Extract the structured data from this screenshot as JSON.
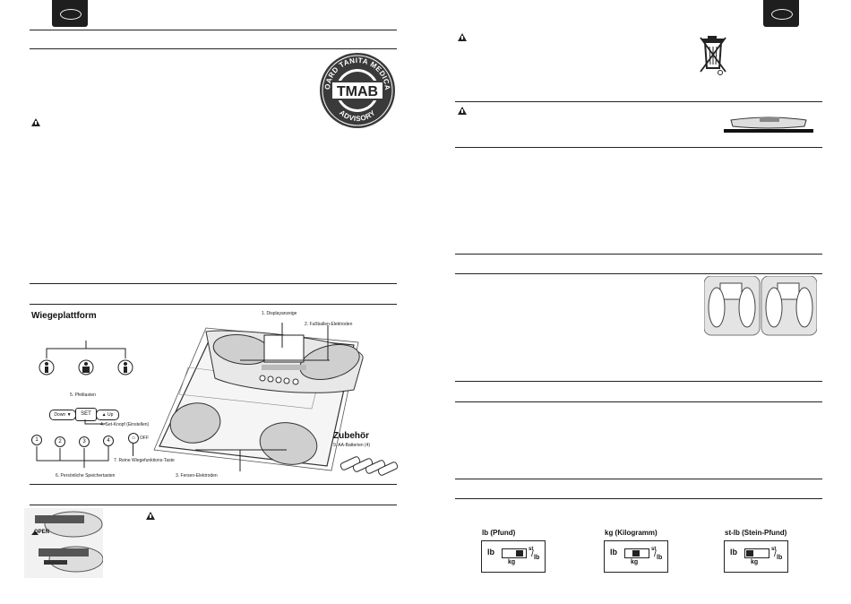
{
  "platform_section": {
    "title": "Wiegeplattform",
    "labels": {
      "display": "1. Displayanzeige",
      "ball_electrodes": "2. Fußballen-Elektroden",
      "heel_electrodes": "3. Fersen-Elektroden",
      "set_button": "4. Set-Knopf (Einstellen)",
      "arrow_keys": "5. Pfeiltasten",
      "memory_keys": "6. Persönliche Speichertasten",
      "weigh_only_key": "7. Reine Wiegefunktions-Taste"
    },
    "arrow_down_label": "Down",
    "set_label": "SET",
    "arrow_up_label": "Up",
    "off_label": "OFF",
    "memory_numbers": [
      "1",
      "2",
      "3",
      "4"
    ]
  },
  "accessories": {
    "title": "Zubehör",
    "item": "9.  AA-Batterien (4)"
  },
  "battery_figure": {
    "open_label": "OPEN"
  },
  "badge": {
    "text_top": "BOARD TANITA MEDICAL",
    "text_bottom": "ADVISORY",
    "logo": "TMAB"
  },
  "units": [
    {
      "title": "lb (Pfund)",
      "lb": "lb",
      "st": "st",
      "frac_lb": "lb",
      "kg": "kg",
      "position": 0.85
    },
    {
      "title": "kg (Kilogramm)",
      "lb": "lb",
      "st": "st",
      "frac_lb": "lb",
      "kg": "kg",
      "position": 0.45
    },
    {
      "title": "st-lb (Stein-Pfund)",
      "lb": "lb",
      "st": "st",
      "frac_lb": "lb",
      "kg": "kg",
      "position": 0.05
    }
  ],
  "colors": {
    "tab": "#1e1e1e",
    "electrode": "#cfcfcf",
    "badge": "#3a3a3a"
  }
}
